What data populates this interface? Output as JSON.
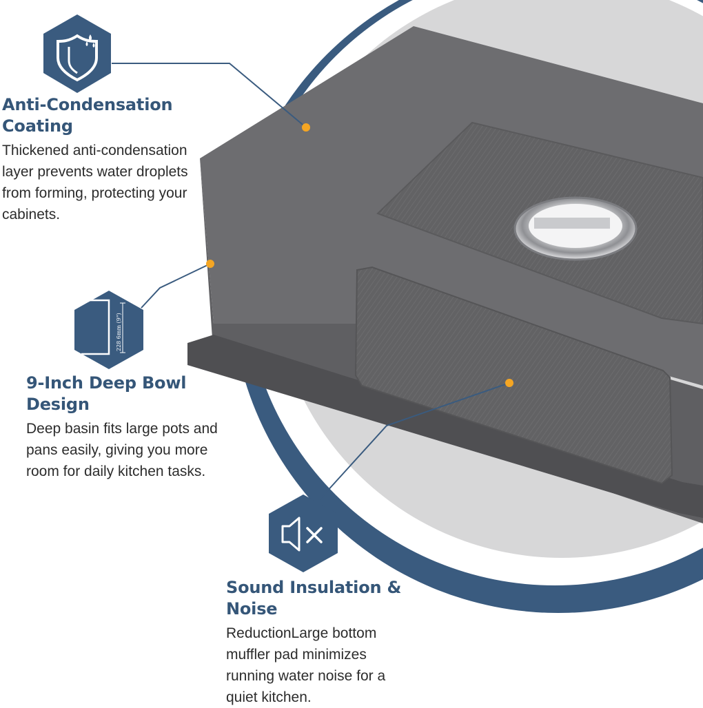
{
  "features": [
    {
      "icon": "shield-droplet-icon",
      "title": "Anti-Condensation Coating",
      "body": "Thickened anti-condensation layer prevents water droplets from forming, protecting your cabinets."
    },
    {
      "icon": "bowl-depth-icon",
      "title": "9-Inch Deep Bowl Design",
      "body": "Deep basin fits large pots and pans easily, giving you more room for daily kitchen tasks.",
      "dimension_label": "228 6mm (9\")"
    },
    {
      "icon": "speaker-mute-icon",
      "title": "Sound Insulation & Noise",
      "body": "ReductionLarge bottom muffler pad minimizes running water noise for a quiet kitchen."
    }
  ],
  "colors": {
    "brand_blue": "#3a5b7f",
    "title_blue": "#355678",
    "marker_orange": "#f5a623",
    "sink_gray": "#6b6b6d"
  }
}
